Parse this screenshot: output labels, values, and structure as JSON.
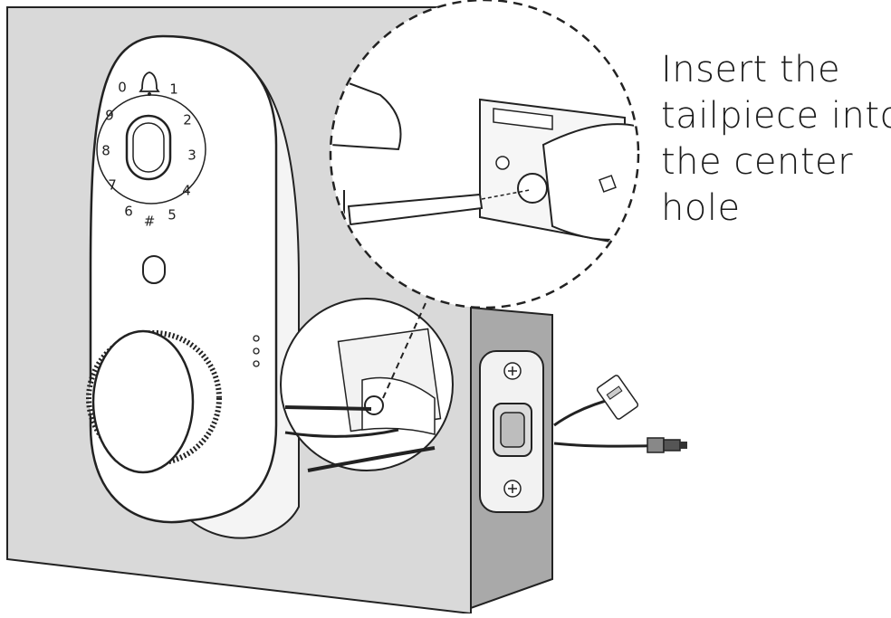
{
  "instruction": {
    "lines": [
      "Insert the",
      "tailpiece into",
      "the center",
      "hole"
    ]
  },
  "keypad": {
    "digits": [
      "0",
      "1",
      "2",
      "3",
      "4",
      "5",
      "6",
      "7",
      "8",
      "9",
      "#"
    ]
  },
  "colors": {
    "wall": "#d9d9d9",
    "door_edge": "#a9a9a9",
    "line": "#222222",
    "lock_body": "#ffffff"
  },
  "icons": [
    "bell-icon",
    "fingerprint-sensor-icon",
    "screw-icon",
    "connector-plug-icon"
  ]
}
